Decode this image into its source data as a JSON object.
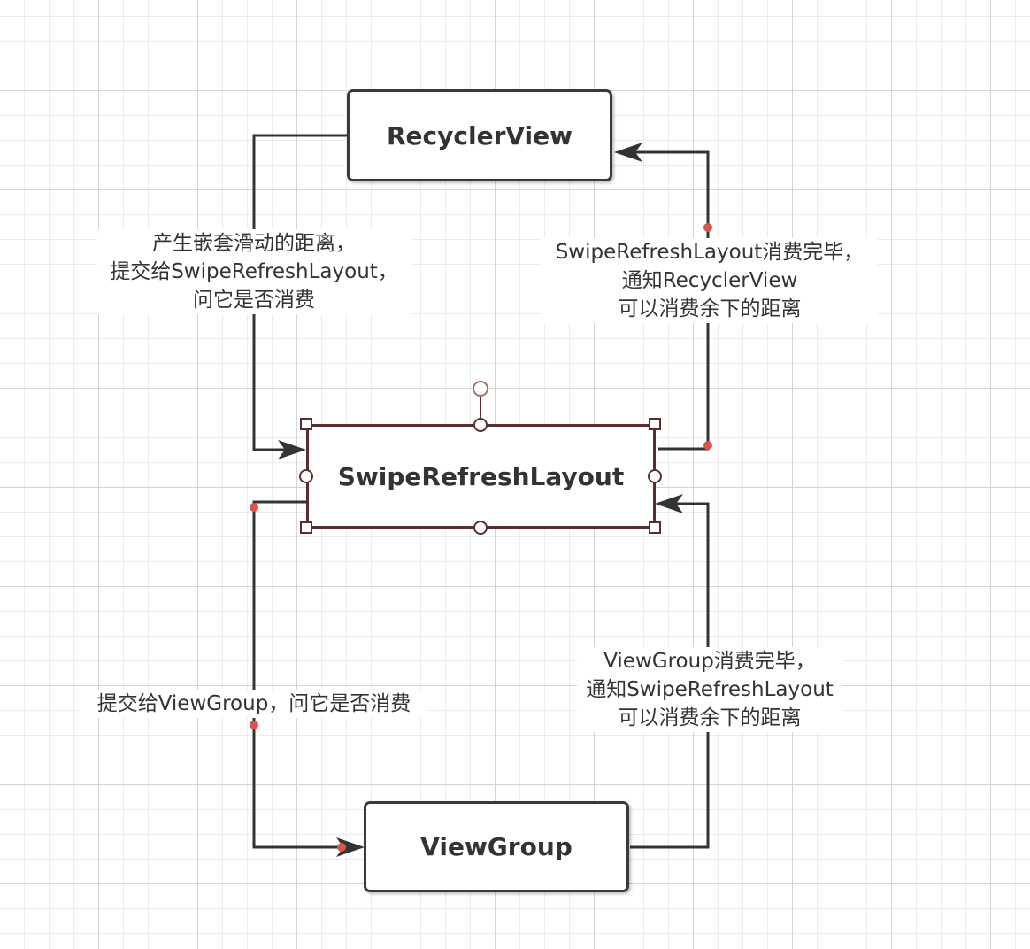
{
  "nodes": {
    "recycler_view": "RecyclerView",
    "swipe_refresh_layout": "SwipeRefreshLayout",
    "view_group": "ViewGroup"
  },
  "edges": {
    "recycler_to_swipe": [
      "产生嵌套滑动的距离，",
      "提交给SwipeRefreshLayout，",
      "问它是否消费"
    ],
    "swipe_to_recycler": [
      "SwipeRefreshLayout消费完毕，",
      "通知RecyclerView",
      "可以消费余下的距离"
    ],
    "swipe_to_viewgroup": [
      "提交给ViewGroup，问它是否消费"
    ],
    "viewgroup_to_swipe": [
      "ViewGroup消费完毕，",
      "通知SwipeRefreshLayout",
      "可以消费余下的距离"
    ]
  },
  "colors": {
    "line": "#333333",
    "selection": "#5a2e2e",
    "waypoint": "#d9534f",
    "grid": "#d4d4d4"
  }
}
